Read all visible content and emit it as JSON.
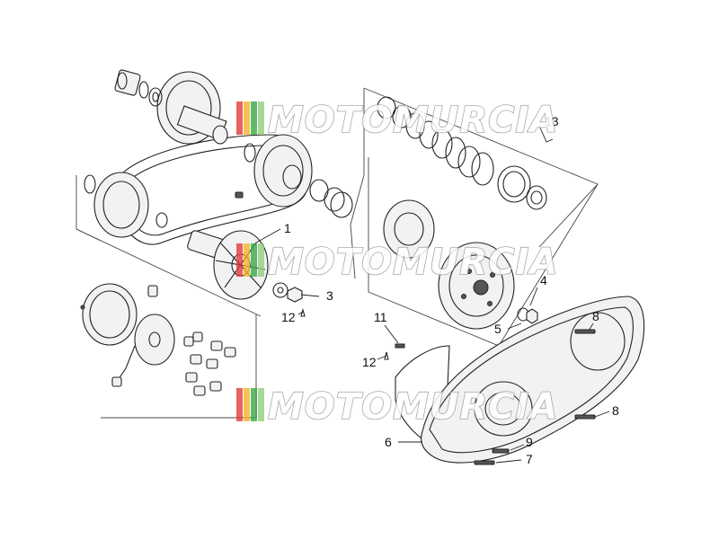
{
  "watermark": {
    "text": "MOTOMURCIA",
    "stripe_colors": [
      "#e23b3b",
      "#f2b42a",
      "#3aa845",
      "#8fd07a"
    ]
  },
  "callouts": {
    "c1": "1",
    "c3": "3",
    "c4": "4",
    "c5": "5",
    "c6": "6",
    "c7": "7",
    "c8a": "8",
    "c8b": "8",
    "c9": "9",
    "c11": "11",
    "c12a": "12",
    "c12b": "12",
    "c13": "13"
  }
}
